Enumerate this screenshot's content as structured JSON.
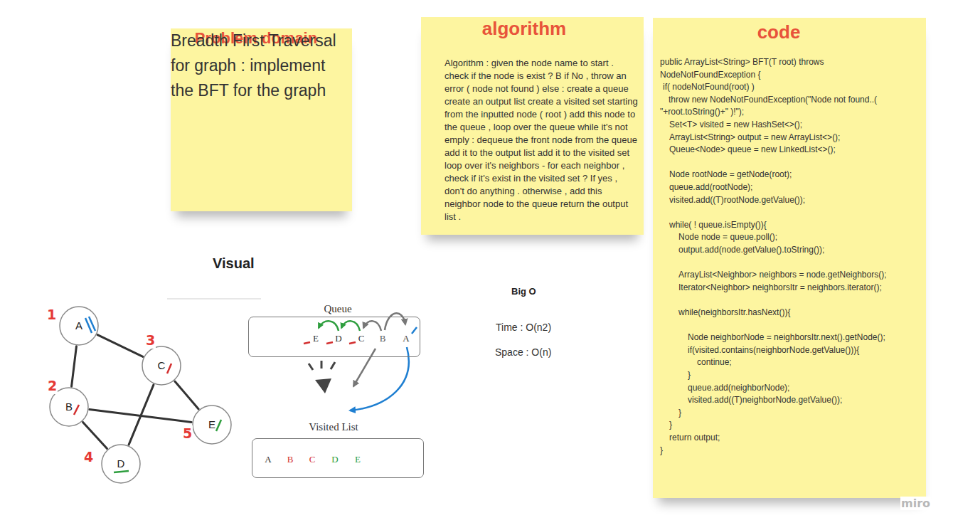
{
  "diagram": {
    "nodes": [
      {
        "text": [
          "Problem domain",
          "Breadth First Traversal for graph : implement the BFT for the graph"
        ]
      },
      {
        "text": [
          "algorithm",
          "Algorithm : given the node name to start . check if the node is exist ? B if No , throw an error ( node not found ) else : create a queue create an output list create a visited set starting from the inputted node ( root ) add this node to the queue , loop over the queue while it's not emply : dequeue the front node from the queue add it to the output list add it to the visited set loop over it's neighbors - for each neighbor , check if it's exist in the visited set ? If yes , don't do anything . otherwise , add this neighbor node to the queue return the output list ."
        ]
      },
      {
        "text": [
          "code",
          "public ArrayList<String> BFT(T root) throws NodeNotFoundException {",
          "if( nodeNotFound(root) )",
          "throw new NodeNotFoundException(\"Node not found..( \"+root.toString()+\" )!\");",
          "Set<T> visited = new HashSet<>();",
          "ArrayList<String> output = new ArrayList<>();",
          "Queue<Node> queue = new LinkedList<>();",
          "Node rootNode = getNode(root);",
          "queue.add(rootNode);",
          "visited.add((T)rootNode.getValue());",
          "while( ! queue.isEmpty()){",
          "Node node = queue.poll();",
          "output.add(node.getValue().toString());",
          "ArrayList<Neighbor> neighbors = node.getNeighbors();",
          "Iterator<Neighbor> neighborsItr = neighbors.iterator();",
          "while(neighborsItr.hasNext()){",
          "Node neighborNode = neighborsItr.next().getNode();",
          "if(visited.contains(neighborNode.getValue())){",
          "continue;",
          "}",
          "queue.add(neighborNode);",
          "visited.add((T)neighborNode.getValue());",
          "}",
          "}",
          "return output;",
          "}"
        ]
      },
      {
        "text": [
          "A"
        ]
      },
      {
        "text": [
          "B"
        ]
      },
      {
        "text": [
          "C"
        ]
      },
      {
        "text": [
          "D"
        ]
      },
      {
        "text": [
          "E"
        ]
      },
      {
        "text": [
          "Queue",
          "E",
          "D",
          "C",
          "B",
          "A"
        ]
      },
      {
        "text": [
          "Visited List",
          "A",
          "B",
          "C",
          "D",
          "E"
        ]
      }
    ],
    "edges": [
      {
        "from": 3,
        "to": 4,
        "arrow": "none"
      },
      {
        "from": 3,
        "to": 5,
        "arrow": "none"
      },
      {
        "from": 4,
        "to": 7,
        "arrow": "none"
      },
      {
        "from": 4,
        "to": 6,
        "arrow": "none"
      },
      {
        "from": 5,
        "to": 6,
        "arrow": "none"
      },
      {
        "from": 5,
        "to": 7,
        "arrow": "none"
      }
    ],
    "labels": [
      "Visual",
      "Big O",
      "Time : O(n2)",
      "Space : O(n)",
      "1",
      "2",
      "3",
      "4",
      "5",
      "miro"
    ]
  }
}
